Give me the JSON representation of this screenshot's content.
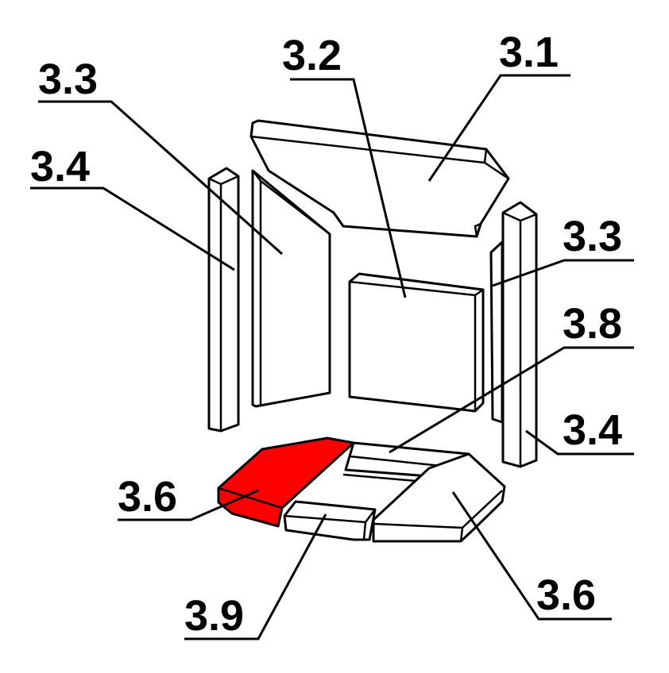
{
  "colors": {
    "highlight": "#ff0000",
    "line": "#000000",
    "background": "#ffffff"
  },
  "labels": {
    "top_left_3_3": "3.3",
    "left_3_4": "3.4",
    "back_3_2": "3.2",
    "top_3_1": "3.1",
    "right_3_3": "3.3",
    "right_3_8": "3.8",
    "right_3_4": "3.4",
    "left_3_6": "3.6",
    "bottom_3_9": "3.9",
    "right_3_6": "3.6"
  },
  "highlighted_part": "3.6"
}
